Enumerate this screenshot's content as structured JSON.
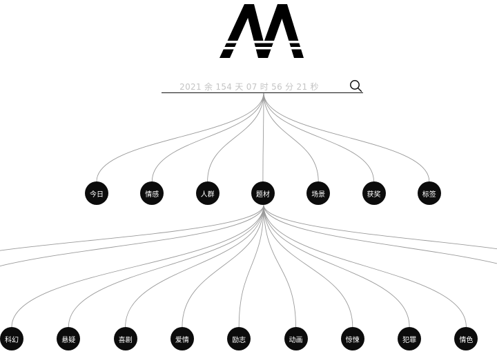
{
  "countdown": "2021 余 154 天 07 时 56 分 21 秒",
  "categories": [
    {
      "label": "今日"
    },
    {
      "label": "情感"
    },
    {
      "label": "人群"
    },
    {
      "label": "题材"
    },
    {
      "label": "场景"
    },
    {
      "label": "获奖"
    },
    {
      "label": "标签"
    }
  ],
  "genres": [
    {
      "label": "科幻"
    },
    {
      "label": "悬疑"
    },
    {
      "label": "喜剧"
    },
    {
      "label": "爱情"
    },
    {
      "label": "励志"
    },
    {
      "label": "动画"
    },
    {
      "label": "惊悚"
    },
    {
      "label": "犯罪"
    },
    {
      "label": "情色"
    }
  ],
  "colors": {
    "node": "#0c0c0c",
    "link": "#9a9a9a",
    "countdown": "#c4c4c4"
  },
  "icons": {
    "logo": "m-mountain-logo",
    "search": "search-icon"
  }
}
